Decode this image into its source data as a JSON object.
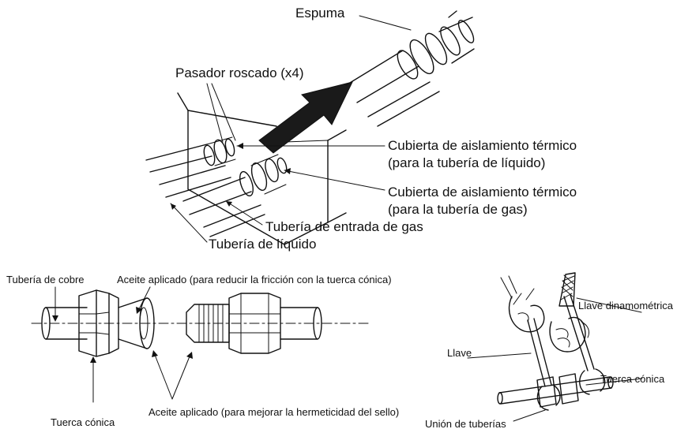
{
  "labels": {
    "espuma": "Espuma",
    "pasador": "Pasador roscado (x4)",
    "cubierta_liquido_1": "Cubierta de aislamiento térmico",
    "cubierta_liquido_2": "(para la tubería de líquido)",
    "cubierta_gas_1": "Cubierta de aislamiento térmico",
    "cubierta_gas_2": "(para la tubería de gas)",
    "tuberia_gas": "Tubería de entrada de gas",
    "tuberia_liquido": "Tubería de líquido",
    "tuberia_cobre": "Tubería de cobre",
    "aceite_friccion": "Aceite aplicado (para reducir la fricción con la tuerca cónica)",
    "tuerca_conica_bottom": "Tuerca cónica",
    "aceite_sello": "Aceite aplicado (para mejorar la hermeticidad del sello)",
    "llave_dinamometrica": "Llave dinamométrica",
    "llave": "Llave",
    "tuerca_conica_right": "Tuerca cónica",
    "union_tuberias": "Unión de tuberías"
  }
}
